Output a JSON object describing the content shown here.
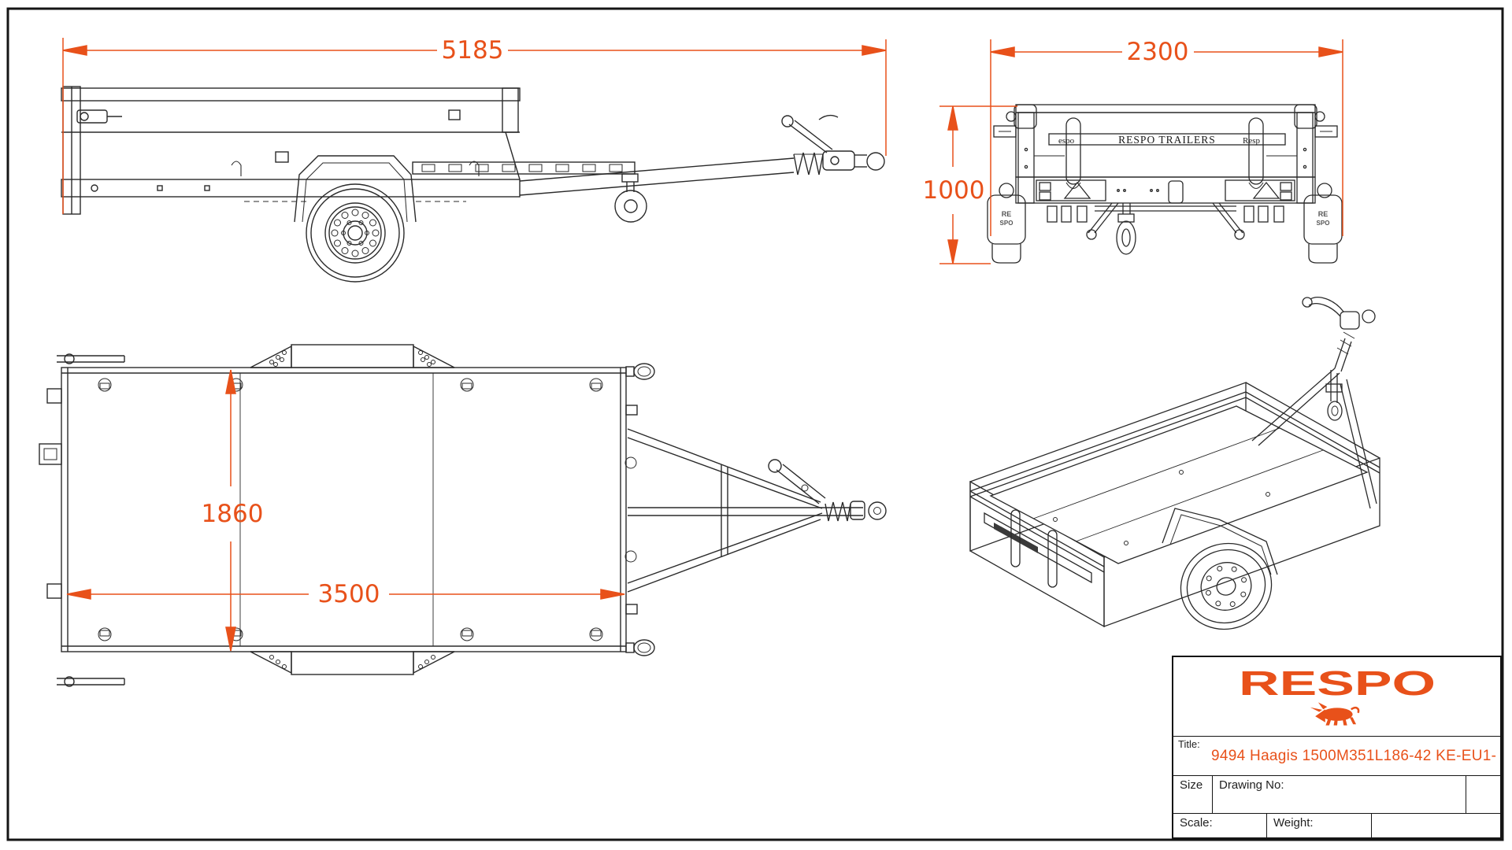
{
  "sheet": {
    "background": "#ffffff",
    "border_color": "#151515"
  },
  "colors": {
    "accent": "#E8511A",
    "line": "#2A2A2A"
  },
  "dimensions": {
    "overall_length": "5185",
    "overall_width": "2300",
    "side_height": "1000",
    "bed_inner_width": "1860",
    "bed_inner_length": "3500"
  },
  "rear_view": {
    "board_text": "RESPO TRAILERS",
    "board_text_left": "espo",
    "board_text_right": "Resp",
    "mudguard_line1": "RE",
    "mudguard_line2": "SPO"
  },
  "title_block": {
    "brand": "RESPO",
    "title_label": "Title:",
    "title_value": "9494 Haagis 1500M351L186-42 KE-EU1-",
    "size_label": "Size",
    "drawing_no_label": "Drawing No:",
    "scale_label": "Scale:",
    "weight_label": "Weight:"
  }
}
